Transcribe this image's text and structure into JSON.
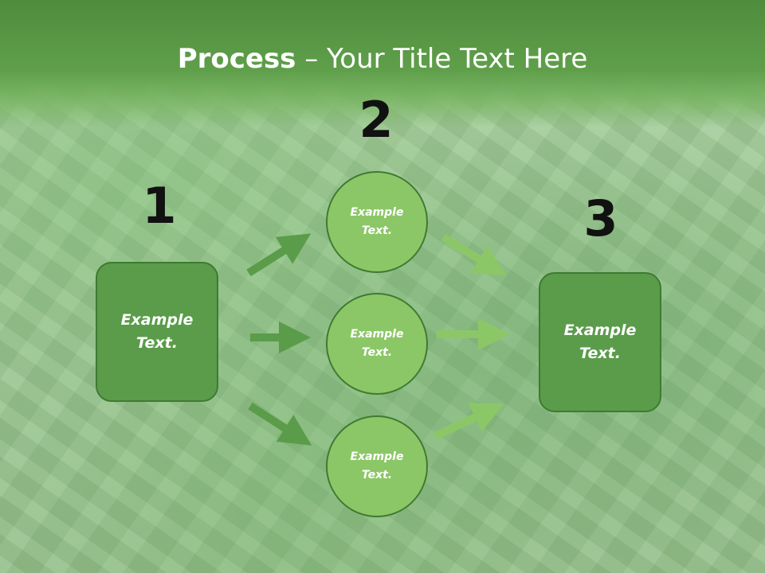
{
  "title": {
    "bold": "Process",
    "rest": " – Your Title Text Here"
  },
  "numbers": {
    "one": "1",
    "two": "2",
    "three": "3"
  },
  "left_box": {
    "line1": "Example",
    "line2": "Text."
  },
  "right_box": {
    "line1": "Example",
    "line2": "Text."
  },
  "circles": [
    {
      "line1": "Example",
      "line2": "Text."
    },
    {
      "line1": "Example",
      "line2": "Text."
    },
    {
      "line1": "Example",
      "line2": "Text."
    }
  ],
  "colors": {
    "header": "#5f9f4a",
    "box_fill": "#5a9c4a",
    "circle_fill": "#8cc767",
    "outline": "#3f7a33",
    "arrow_dark": "#5a9c4a",
    "arrow_light": "#8cc767"
  }
}
